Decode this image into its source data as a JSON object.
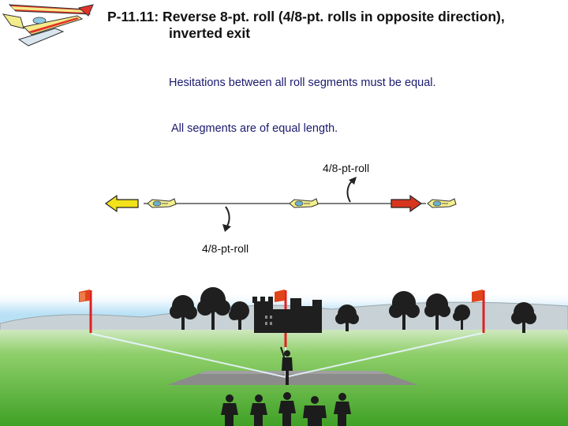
{
  "title": {
    "line1": "P-11.11: Reverse 8-pt. roll (4/8-pt. rolls in opposite direction),",
    "line2": "inverted exit"
  },
  "notes": {
    "hesitations": "Hesitations between all roll segments must be equal.",
    "segments": "All segments are of equal length."
  },
  "labels": {
    "roll_upper": "4/8-pt-roll",
    "roll_lower": "4/8-pt-roll"
  },
  "colors": {
    "sky_top": "#1f8fe0",
    "sky_bottom": "#dff1fb",
    "grass": "#5cb531",
    "runway": "#8a8a8a",
    "entry_arrow": "#d8351f",
    "exit_arrow": "#f2e21a",
    "pole": "#e02020",
    "flag": "#e0451a",
    "plane_yellow": "#f4ee8e"
  },
  "icons": [
    "model-plane-icon",
    "entry-arrow-icon",
    "exit-arrow-icon",
    "roll-direction-arrow-icon",
    "judge-icon",
    "pilot-icon",
    "flag-icon",
    "tree-icon",
    "castle-icon"
  ]
}
